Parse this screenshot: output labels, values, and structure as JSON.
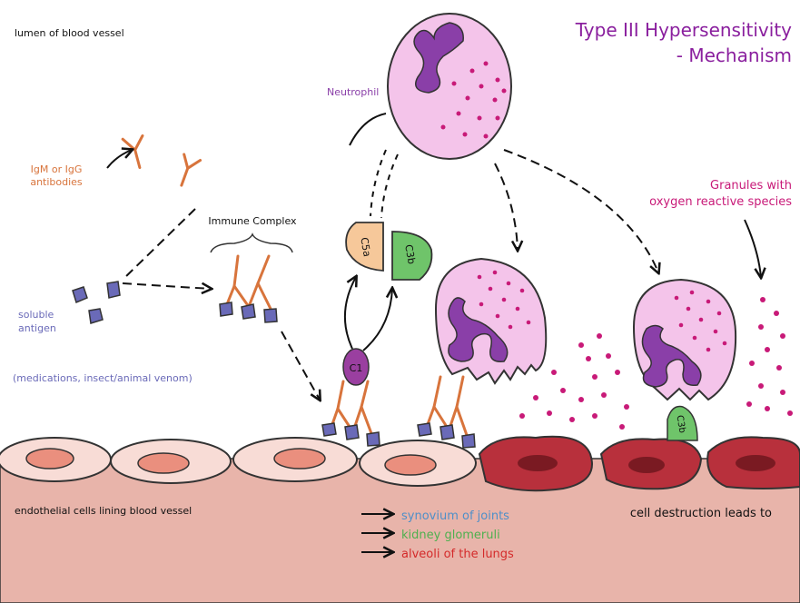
{
  "title_line1": "Type III Hypersensitivity",
  "title_line2": "- Mechanism",
  "lumen_label": "lumen of blood vessel",
  "antibodies_label_line1": "IgM or IgG",
  "antibodies_label_line2": "antibodies",
  "antigen_label_line1": "soluble",
  "antigen_label_line2": "antigen",
  "antigen_examples": "(medications, insect/animal venom)",
  "immune_complex_label": "Immune Complex",
  "neutrophil_label": "Neutrophil",
  "c5a_label": "C5a",
  "c3b_label": "C3b",
  "c1_label": "C1",
  "c3b_bound_label": "C3b",
  "granules_label_line1": "Granules with",
  "granules_label_line2": "oxygen reactive species",
  "endothelial_label": "endothelial cells lining blood vessel",
  "destruction_label": "cell destruction leads to",
  "sites": [
    {
      "text": "synovium of joints",
      "color": "#4f8fc8"
    },
    {
      "text": "kidney glomeruli",
      "color": "#4fb04f"
    },
    {
      "text": "alveoli of the lungs",
      "color": "#d42a2a"
    }
  ],
  "colors": {
    "title": "#8a1f9e",
    "antibody": "#d8743c",
    "antigen": "#6a6ab8",
    "neutrophil_fill": "#f4c4ea",
    "nucleus": "#8a3fa8",
    "granule": "#c81a78",
    "c5a": "#f6c89a",
    "c3b": "#6fc46a",
    "c1": "#9a3fa0",
    "healthy_cell": "#f8dcd6",
    "healthy_nucleus": "#ea8f7e",
    "damaged_cell": "#b8303c",
    "damaged_nucleus": "#7a1a22",
    "tissue": "#e8b4aa"
  }
}
